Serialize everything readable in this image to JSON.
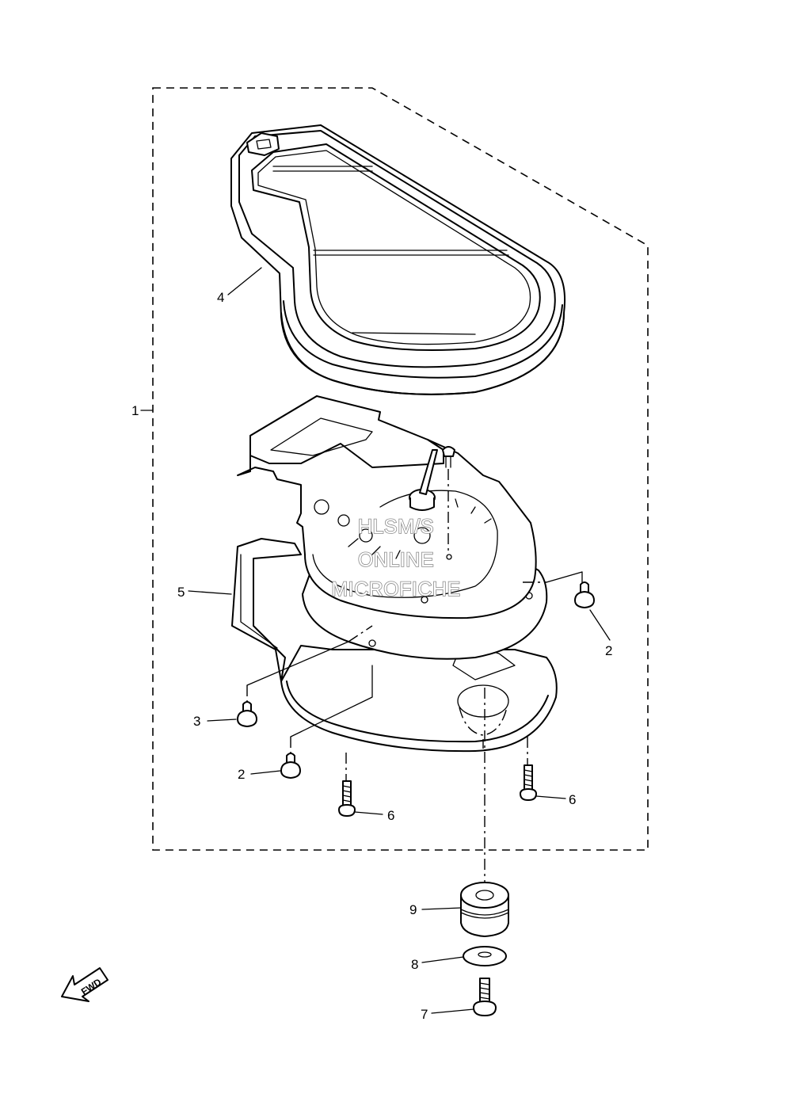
{
  "callouts": {
    "c1": "1",
    "c2a": "2",
    "c2b": "2",
    "c3": "3",
    "c4": "4",
    "c5": "5",
    "c6a": "6",
    "c6b": "6",
    "c7": "7",
    "c8": "8",
    "c9": "9"
  },
  "watermark": {
    "line1": "HLSM/S",
    "line2": "ONLINE",
    "line3": "MICROFICHE"
  },
  "fwd_arrow": {
    "label": "FWD"
  }
}
